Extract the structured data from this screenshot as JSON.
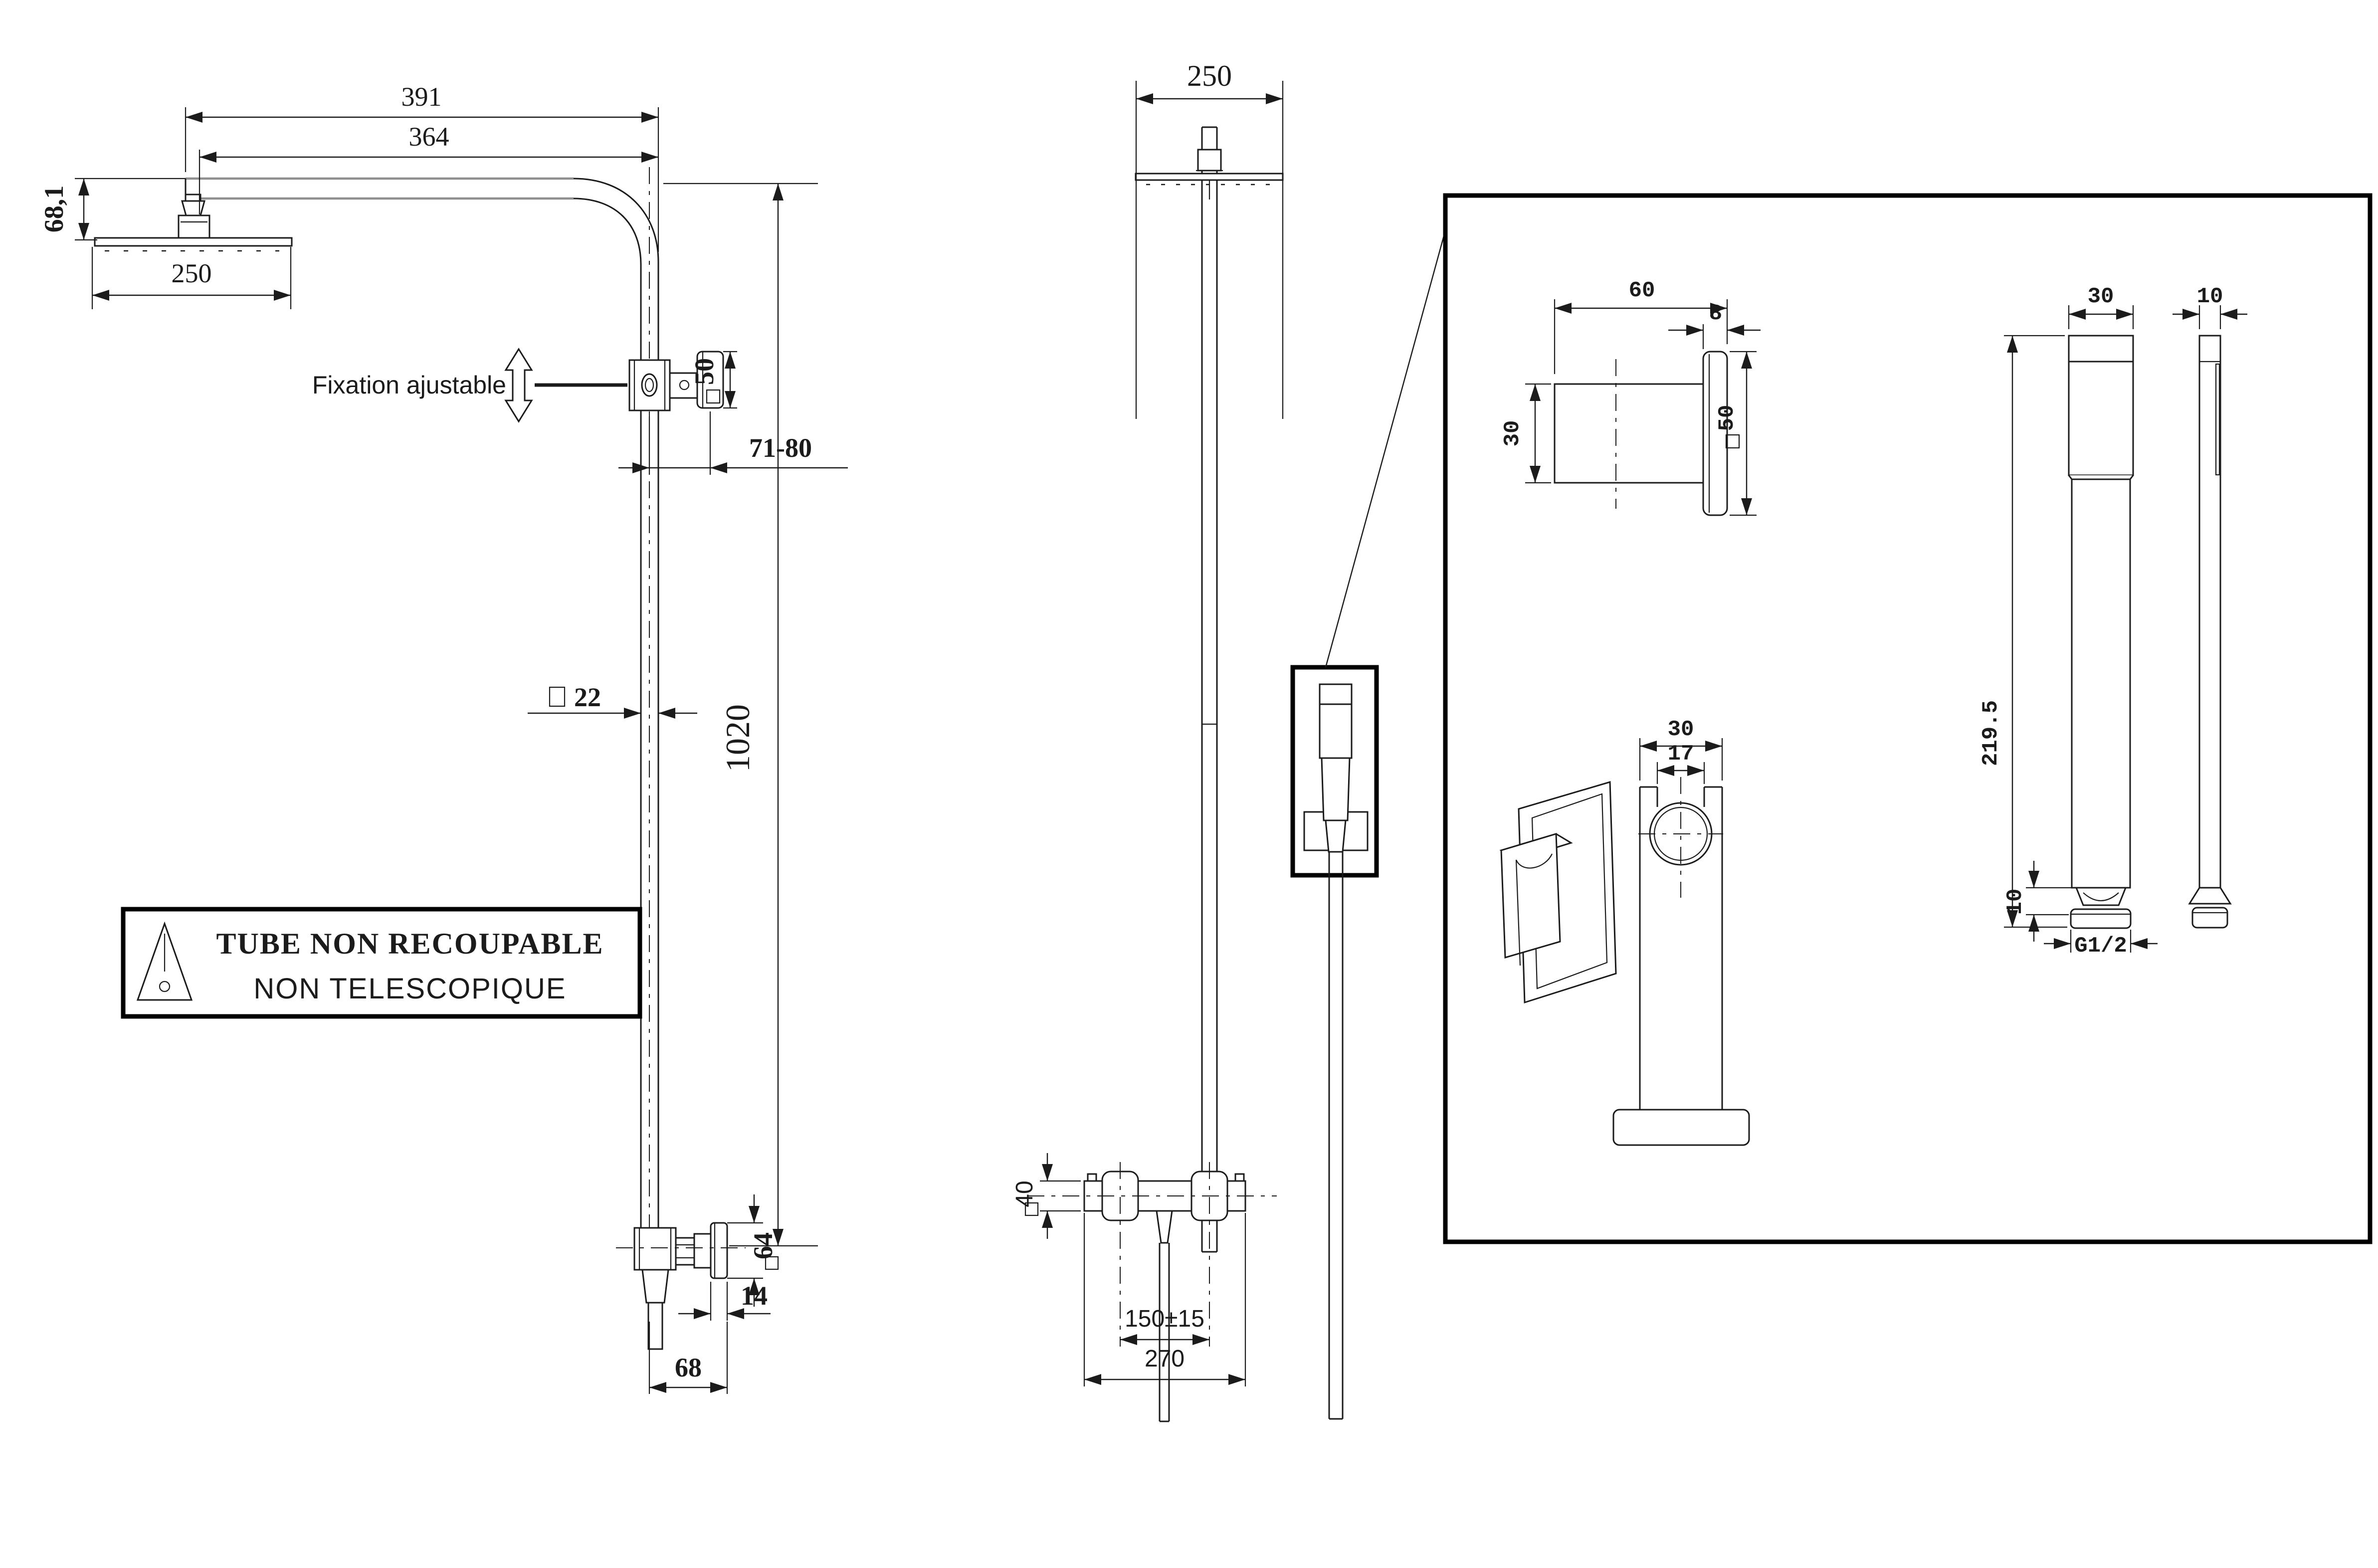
{
  "colors": {
    "line": "#1b1b1b",
    "background": "#ffffff",
    "gray_highlight": "#8f8f8f"
  },
  "left_view": {
    "dims": {
      "overall_width": "391",
      "arm_length": "364",
      "head_drop": "68,1",
      "head_width": "250",
      "bracket_size": "50",
      "wall_range": "71-80",
      "tube_section": "22",
      "column_height": "1020",
      "handle_height": "64",
      "handle_thickness": "14",
      "valve_depth": "68"
    },
    "fixation_label": "Fixation ajustable",
    "warning_line1": "TUBE NON RECOUPABLE",
    "warning_line2": "NON TELESCOPIQUE"
  },
  "front_view": {
    "dims": {
      "head_width": "250",
      "body_height": "40",
      "inlet_spacing": "150±15",
      "overall_width": "270"
    }
  },
  "detail_view": {
    "wall_outlet": {
      "depth": "60",
      "plate_thickness": "8",
      "body_size": "30",
      "plate_size": "50"
    },
    "holder": {
      "width": "30",
      "opening": "17"
    },
    "hand_shower": {
      "head_width": "30",
      "side_width": "10",
      "length": "219.5",
      "nut_height": "10",
      "thread": "G1/2"
    }
  }
}
